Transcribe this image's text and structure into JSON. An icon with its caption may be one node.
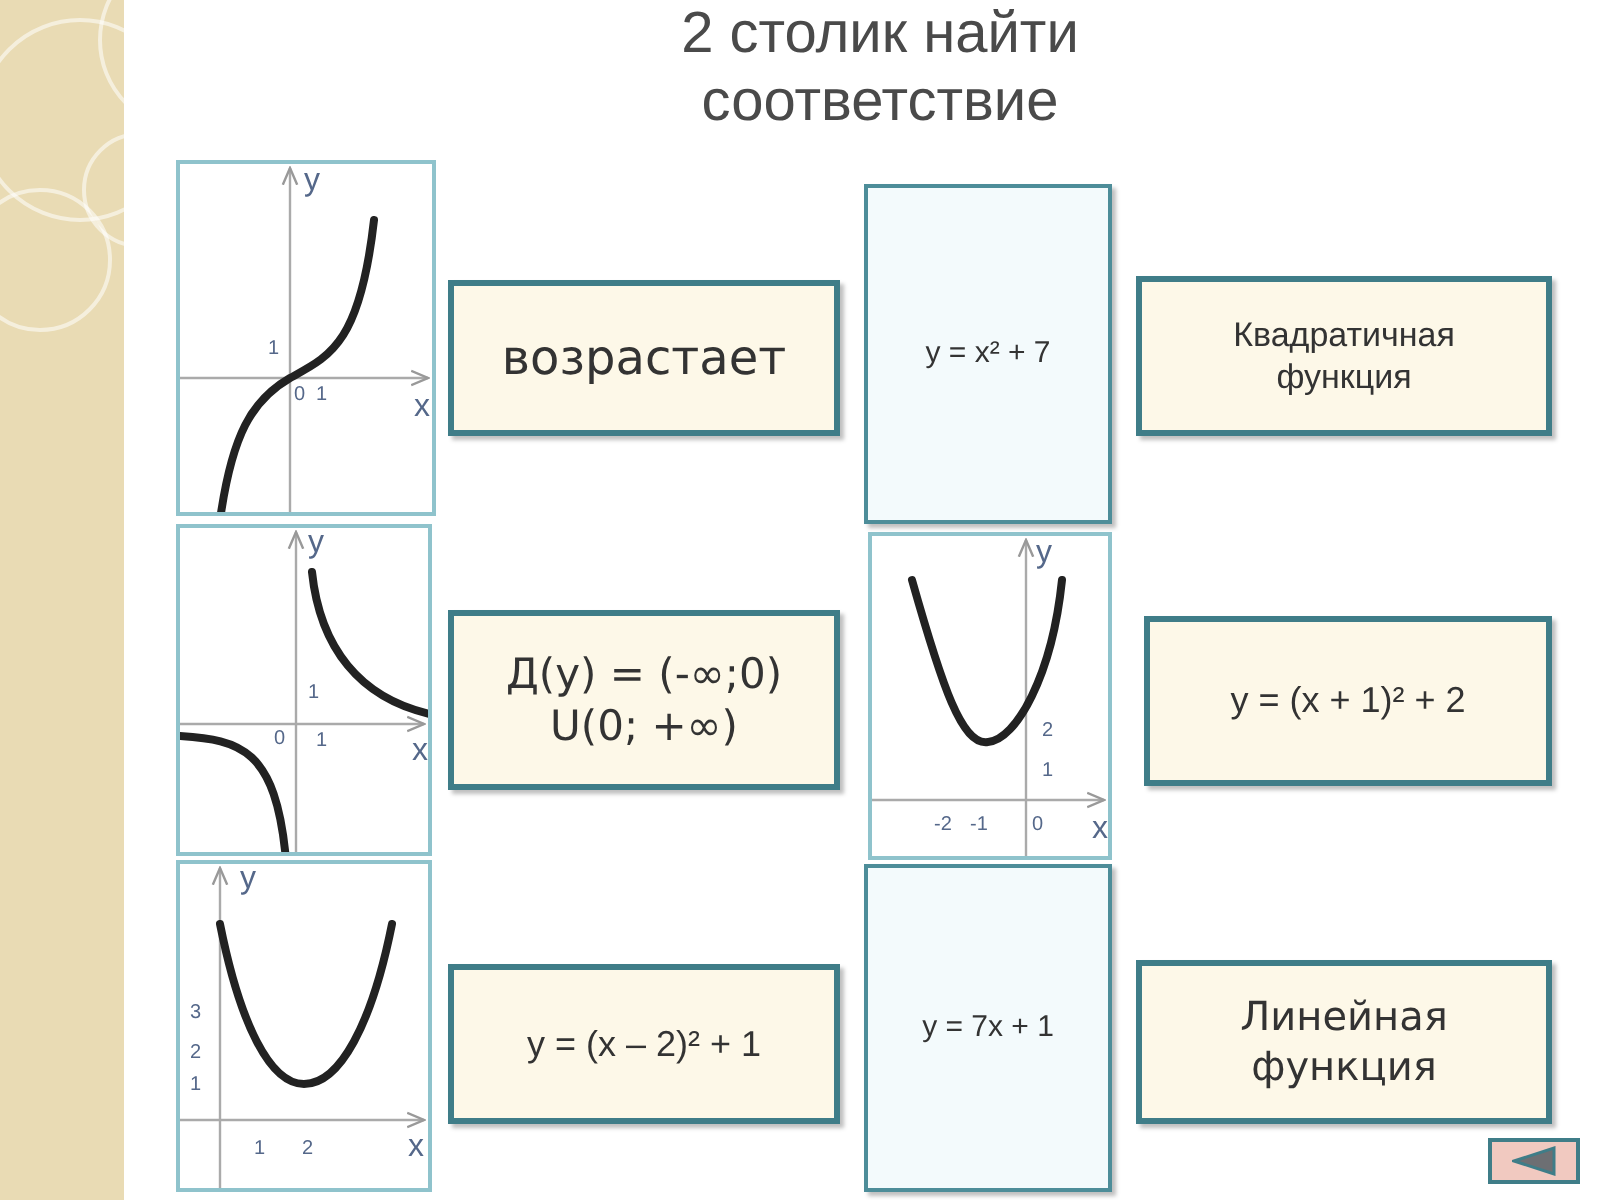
{
  "diagram": {
    "title": "2 столик найти соответствие",
    "nodes": [
      {
        "text": [
          "y",
          "1",
          "0",
          "1",
          "x"
        ]
      },
      {
        "text": [
          "возрастает"
        ]
      },
      {
        "text": [
          "у = х² + 7"
        ]
      },
      {
        "text": [
          "Квадратичная функция"
        ]
      },
      {
        "text": [
          "y",
          "1",
          "0",
          "1",
          "x"
        ]
      },
      {
        "text": [
          "Д(у) = (-∞;0) U(0; +∞)"
        ]
      },
      {
        "text": [
          "y",
          "2",
          "1",
          "-2",
          "-1",
          "0",
          "x"
        ]
      },
      {
        "text": [
          "у = (х + 1)² + 2"
        ]
      },
      {
        "text": [
          "y",
          "3",
          "2",
          "1",
          "1",
          "2",
          "x"
        ]
      },
      {
        "text": [
          "у = (х – 2)² + 1"
        ]
      },
      {
        "text": [
          "у = 7х + 1"
        ]
      },
      {
        "text": [
          "Линейная функция"
        ]
      }
    ]
  }
}
